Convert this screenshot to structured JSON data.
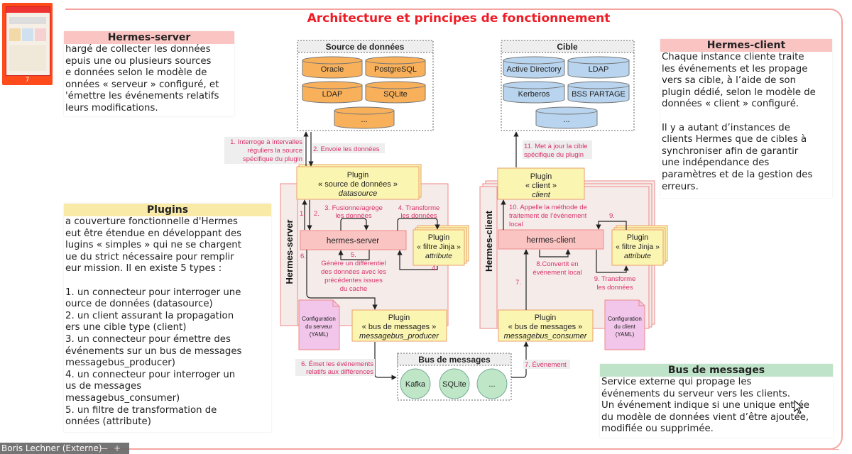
{
  "sidebar": {
    "thumbnail_number": "7"
  },
  "slide": {
    "title": "Architecture et principes de fonctionnement",
    "server_panel": {
      "heading": "Hermes-server",
      "body": "hargé de collecter les données\nepuis une ou plusieurs sources\ne données selon le modèle de\nonnées « serveur » configuré, et\n'émettre les événements relatifs\n leurs modifications."
    },
    "plugins_panel": {
      "heading": "Plugins",
      "body": "a couverture fonctionnelle d'Hermes\neut être étendue en développant des\nlugins « simples » qui ne se chargent\nue du strict nécessaire pour remplir\neur mission. Il en existe 5 types :\n\n1. un connecteur pour interroger une\nource de données (datasource)\n2. un client assurant la propagation\ners une cible type (client)\n3. un connecteur pour émettre des\névénements sur un bus de messages\nmessagebus_producer)\n4. un connecteur pour interroger un\nus de messages\nmessagebus_consumer)\n5. un filtre de transformation de\nonnées (attribute)"
    },
    "client_panel": {
      "heading": "Hermes-client",
      "body": "Chaque instance cliente traite\nles événements et les propage\nvers sa cible, à l’aide de son\nplugin dédié, selon le modèle de\ndonnées « client » configuré.\n\nIl y a autant d’instances de\nclients Hermes que de cibles à\nsynchroniser afin de garantir\nune indépendance des\nparamètres et de la gestion des\nerreurs."
    },
    "bus_panel": {
      "heading": "Bus de messages",
      "body": "Service externe qui propage les\névénements du serveur vers les clients.\nUn événement indique si une unique entrée\ndu modèle de données vient d’être ajoutée,\nmodifiée ou supprimée."
    },
    "colors": {
      "title": "#ee1c25",
      "server_heading_bg": "#f9c4c2",
      "plugins_heading_bg": "#f9eaa8",
      "client_heading_bg": "#f9c4c2",
      "bus_heading_bg": "#bfe3c8",
      "source_db": "#f8b05a",
      "target_db": "#b8d4ee",
      "bus_node": "#bfe6c6",
      "plugin_box": "#fbf5b2",
      "core_box": "#f9c4c2",
      "config_doc": "#f1c6ea",
      "annotation": "#d9306a"
    }
  },
  "diagram": {
    "source": {
      "title": "Source de données",
      "dbs": [
        "Oracle",
        "PostgreSQL",
        "LDAP",
        "SQLite",
        "..."
      ]
    },
    "target": {
      "title": "Cible",
      "dbs": [
        "Active Directory",
        "LDAP",
        "Kerberos",
        "BSS PARTAGE",
        "..."
      ]
    },
    "bus": {
      "title": "Bus de messages",
      "nodes": [
        "Kafka",
        "SQLite",
        "..."
      ]
    },
    "server_label": "Hermes-server",
    "client_label": "Hermes-client",
    "server_core": "hermes-server",
    "client_core": "hermes-client",
    "plugin_datasource": [
      "Plugin",
      "« source de données »",
      "datasource"
    ],
    "plugin_client": [
      "Plugin",
      "« client »",
      "client"
    ],
    "plugin_filter_server": [
      "Plugin",
      "« filtre Jinja »",
      "attribute"
    ],
    "plugin_filter_client": [
      "Plugin",
      "« filtre Jinja »",
      "attribute"
    ],
    "plugin_producer": [
      "Plugin",
      "« bus de messages »",
      "messagebus_producer"
    ],
    "plugin_consumer": [
      "Plugin",
      "« bus de messages »",
      "messagebus_consumer"
    ],
    "config_server": [
      "Configuration",
      "du serveur",
      "(YAML)"
    ],
    "config_client": [
      "Configuration",
      "du client",
      "(YAML)"
    ],
    "annotations": {
      "a1": [
        "1. Interroge à intervalles",
        "réguliers la source",
        "spécifique du plugin"
      ],
      "a2": "2. Envoie les données",
      "a1s": "1.",
      "a2s": "2.",
      "a3": [
        "3. Fusionne/agrège",
        "les données"
      ],
      "a4": [
        "4. Transforme",
        "les données"
      ],
      "a4s": "4.",
      "a5": "5.",
      "a5t": [
        "Génère un différentiel",
        "des données avec les",
        "précédentes issues",
        "du cache"
      ],
      "a6s": "6.",
      "a6": [
        "6. Émet les événements",
        "relatifs aux différences"
      ],
      "a7": "7. Événement",
      "a7s": "7.",
      "a8": [
        "8.Convertit en",
        "événement local"
      ],
      "a9s": "9.",
      "a9": [
        "9. Transforme",
        "les données"
      ],
      "a10": [
        "10. Appelle la méthode de",
        "traitement de l’événement",
        "local"
      ],
      "a11": [
        "11. Met à jour la cible",
        "spécifique du plugin"
      ]
    }
  },
  "presenter": {
    "name": "Boris Lechner (Externe)",
    "minimize": "—",
    "add": "+"
  }
}
